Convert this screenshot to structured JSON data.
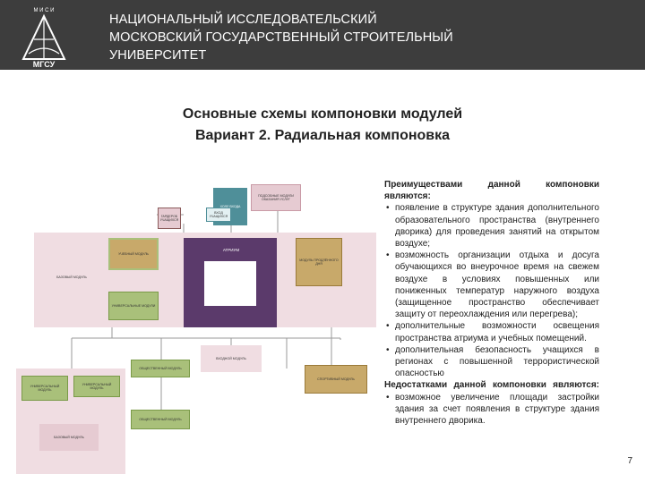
{
  "header": {
    "logo_letters": "М И С И",
    "logo_text": "МГСУ",
    "title_lines": [
      "НАЦИОНАЛЬНЫЙ ИССЛЕДОВАТЕЛЬСКИЙ",
      "МОСКОВСКИЙ ГОСУДАРСТВЕННЫЙ СТРОИТЕЛЬНЫЙ",
      "УНИВЕРСИТЕТ"
    ]
  },
  "title": {
    "line1": "Основные  схемы компоновки модулей",
    "line2": "Вариант 2. Радиальная компоновка"
  },
  "diagram": {
    "atrium": "АТРИУМ",
    "top_module": "ХОЛЛ ВХОДА",
    "top_right": "ПОДСОБНЫЕ МОДУЛИ ОКАЗАНИЯ УСЛУГ",
    "left_small_1": "ГАРДЕРОБ УЧАЩИХСЯ",
    "left_small_2": "ВХОД УЧАЩИХСЯ",
    "study_module": "УЧЕБНЫЙ МОДУЛЬ",
    "base_module": "БАЗОВЫЙ МОДУЛЬ",
    "univ_module": "УНИВЕРСАЛЬНЫЕ МОДУЛИ",
    "right_module": "МОДУЛЬ ПРОДЛЁННОГО ДНЯ",
    "bottom_1": "ОБЩЕСТВЕННЫЙ МОДУЛЬ",
    "bottom_2": "ВХОДНОЙ МОДУЛЬ",
    "bottom_3": "СПОРТИВНЫЙ МОДУЛЬ",
    "bl_1": "УНИВЕРСАЛЬНЫЙ МОДУЛЬ",
    "bl_2": "УНИВЕРСАЛЬНЫЙ МОДУЛЬ",
    "bl_3": "БАЗОВЫЙ МОДУЛЬ",
    "bottom_mid": "ОБЩЕСТВЕННЫЙ МОДУЛЬ"
  },
  "text": {
    "adv_header": "Преимуществами данной компоновки являются:",
    "adv_items": [
      "появление в структуре здания дополнительного образовательного пространства (внутреннего дворика) для проведения занятий на открытом воздухе;",
      "возможность организации отдыха и досуга обучающихся во внеурочное время на свежем воздухе в условиях повышенных или пониженных температур наружного воздуха (защищенное пространство обеспечивает защиту от переохлаждения или перегрева);",
      "дополнительные возможности освещения пространства атриума и учебных помещений.",
      "дополнительная безопасность учащихся в регионах с повышенной террористической опасностью"
    ],
    "dis_header": "Недостатками данной компоновки являются:",
    "dis_items": [
      "возможное увеличение площади застройки здания за счет появления в структуре здания внутреннего дворика."
    ]
  },
  "page_number": "7",
  "colors": {
    "header_bg": "#3d3d3d",
    "teal": "#4f8f99",
    "olive_green": "#a9c07a",
    "tan": "#c8a96a",
    "pink": "#e6cbd2",
    "mauve": "#8a5a5a",
    "purple": "#5b3a6b"
  }
}
